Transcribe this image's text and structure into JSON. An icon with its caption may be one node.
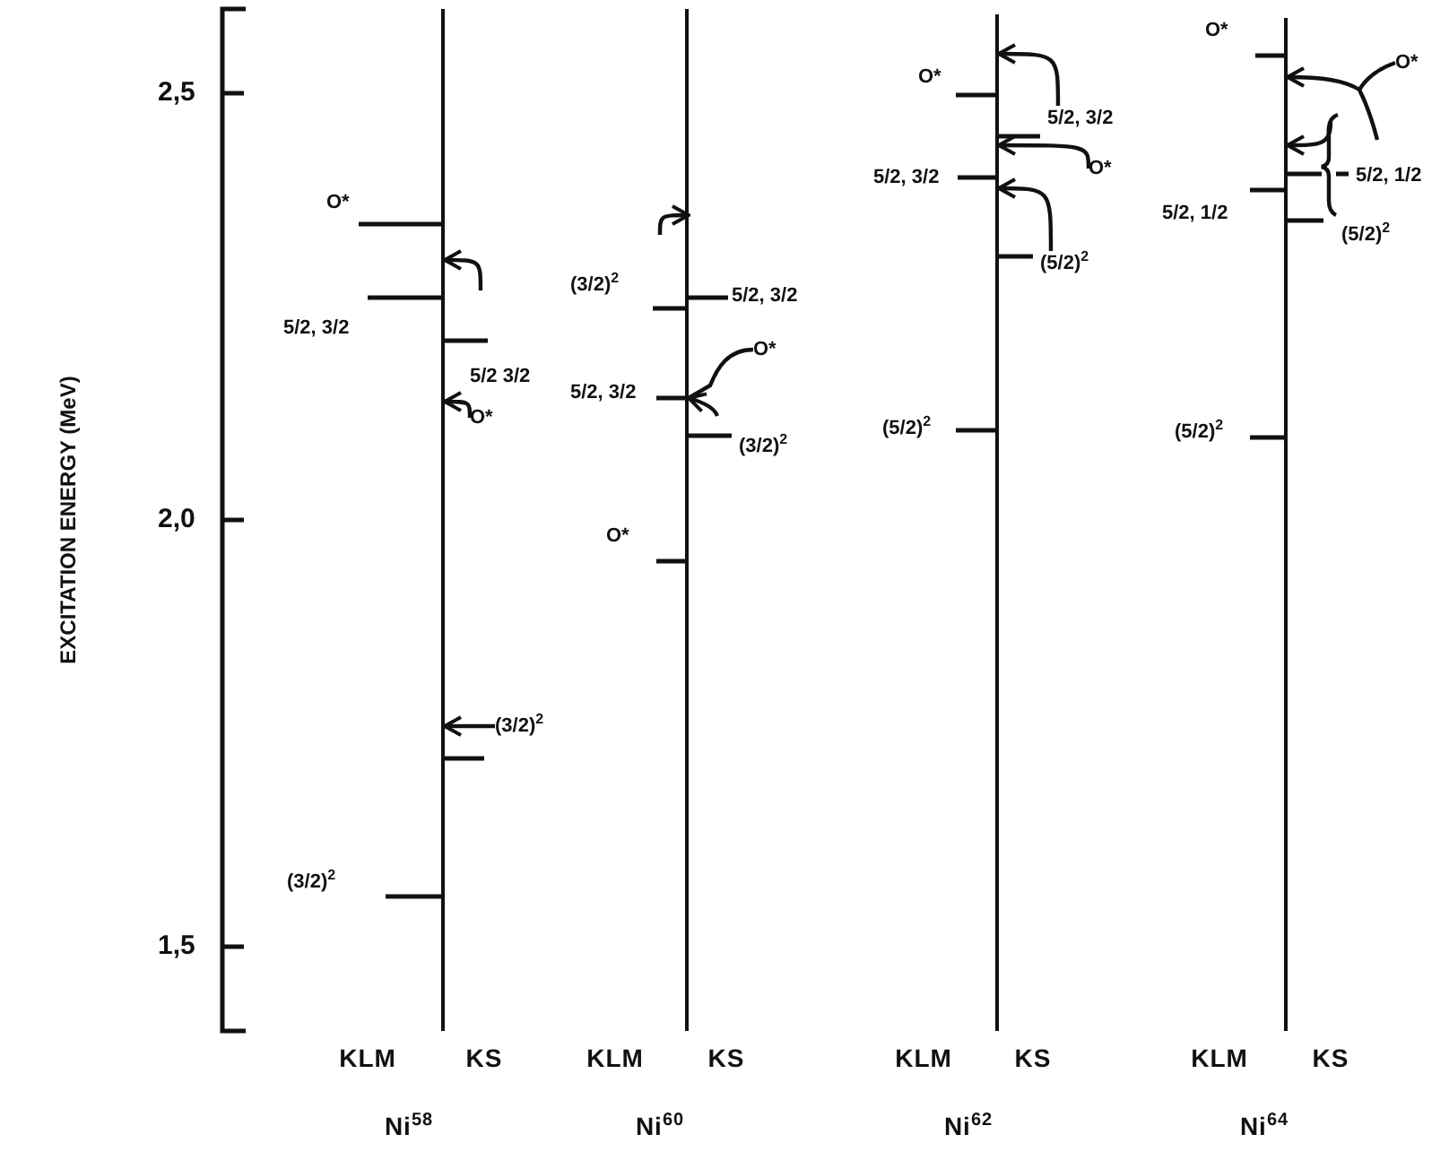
{
  "diagram": {
    "nodes": [
      {
        "text": [],
        "shape": "line",
        "beside": [
          "KLM",
          "KS",
          "Ni$^{58}$"
        ]
      },
      {
        "text": [
          "O*"
        ]
      },
      {
        "text": [
          "5/2, 3/2"
        ]
      },
      {
        "text": [
          "(3/2)$^{2}$"
        ]
      },
      {
        "text": [
          "5/2 3/2"
        ]
      },
      {
        "text": [
          "O*"
        ]
      },
      {
        "text": [
          "(3/2)$^{2}$"
        ]
      },
      {
        "text": [],
        "shape": "line",
        "beside": [
          "KLM",
          "KS",
          "Ni$^{60}$"
        ]
      },
      {
        "text": [
          "(3/2)$^{2}$"
        ]
      },
      {
        "text": [
          "5/2, 3/2"
        ]
      },
      {
        "text": [
          "5/2, 3/2"
        ]
      },
      {
        "text": [
          "O*"
        ]
      },
      {
        "text": [
          "(3/2)$^{2}$"
        ]
      },
      {
        "text": [
          "O*"
        ]
      },
      {
        "text": [],
        "shape": "line",
        "beside": [
          "KLM",
          "KS",
          "Ni$^{62}$"
        ]
      },
      {
        "text": [
          "O*"
        ]
      },
      {
        "text": [
          "5/2, 3/2"
        ]
      },
      {
        "text": [
          "5/2, 3/2"
        ]
      },
      {
        "text": [
          "O*"
        ]
      },
      {
        "text": [
          "(5/2)$^{2}$"
        ]
      },
      {
        "text": [
          "(5/2)$^{2}$"
        ]
      },
      {
        "text": [],
        "shape": "line",
        "beside": [
          "KLM",
          "KS",
          "Ni$^{64}$"
        ]
      },
      {
        "text": [
          "O*"
        ]
      },
      {
        "text": [
          "O*"
        ]
      },
      {
        "text": [
          "5/2, 1/2"
        ]
      },
      {
        "text": [
          "5/2, 1/2"
        ]
      },
      {
        "text": [
          "(5/2)$^{2}$"
        ]
      },
      {
        "text": [
          "(5/2)$^{2}$"
        ]
      }
    ],
    "edges": [
      {
        "from": null,
        "to": 0,
        "arrow": "to"
      },
      {
        "from": 5,
        "to": 0,
        "arrow": "to"
      },
      {
        "from": 6,
        "to": 0,
        "arrow": "to"
      },
      {
        "from": null,
        "to": 7,
        "arrow": "to"
      },
      {
        "from": 11,
        "to": 7,
        "arrow": "to"
      },
      {
        "from": 16,
        "to": 14,
        "arrow": "to"
      },
      {
        "from": 18,
        "to": 14,
        "arrow": "to"
      },
      {
        "from": 19,
        "to": 14,
        "arrow": "to"
      },
      {
        "from": 23,
        "to": 21,
        "arrow": "to"
      },
      {
        "from": null,
        "to": 21,
        "arrow": "to"
      }
    ],
    "labels": [
      "2,5",
      "2,0",
      "EXCITATION ENERGY (MeV)",
      "1,5"
    ]
  }
}
